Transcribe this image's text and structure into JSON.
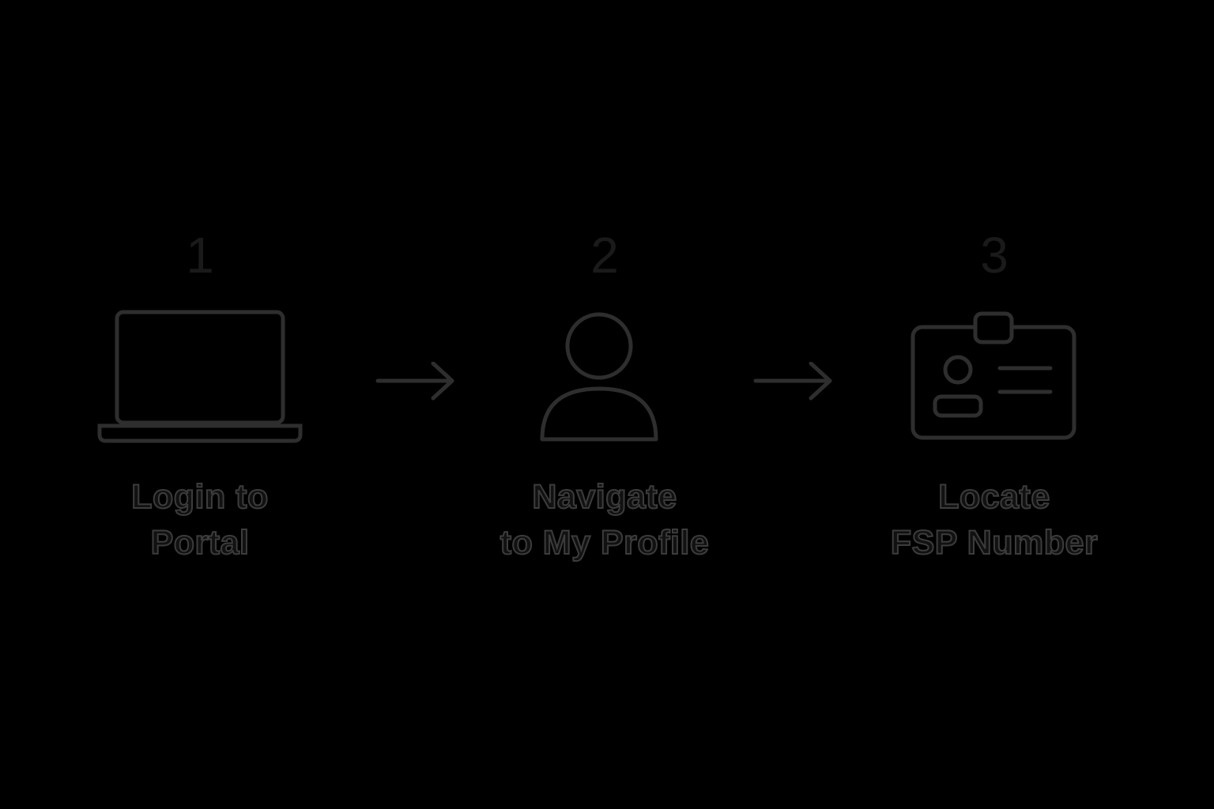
{
  "steps": [
    {
      "number": "1",
      "icon": "laptop-icon",
      "label_lines": [
        "Login to",
        "Portal"
      ]
    },
    {
      "number": "2",
      "icon": "user-icon",
      "label_lines": [
        "Navigate",
        "to My Profile"
      ]
    },
    {
      "number": "3",
      "icon": "id-card-icon",
      "label_lines": [
        "Locate",
        "FSP Number"
      ]
    }
  ],
  "connectors": [
    {
      "icon": "arrow-right-icon"
    },
    {
      "icon": "arrow-right-icon"
    }
  ],
  "colors": {
    "background": "#000000",
    "stroke": "#2e2e2e",
    "text_fill": "#111111",
    "text_outline": "#3c3c3c",
    "number": "#1a1a1a"
  }
}
